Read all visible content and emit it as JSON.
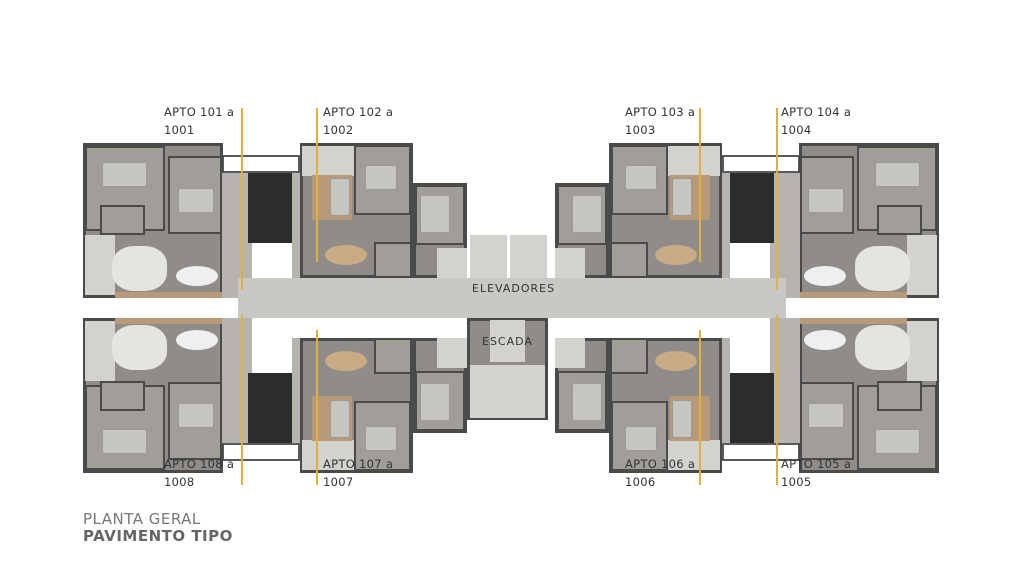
{
  "apartments": {
    "top": [
      {
        "line1": "APTO 101 a",
        "line2": "1001"
      },
      {
        "line1": "APTO 102 a",
        "line2": "1002"
      },
      {
        "line1": "APTO 103 a",
        "line2": "1003"
      },
      {
        "line1": "APTO 104 a",
        "line2": "1004"
      }
    ],
    "bottom": [
      {
        "line1": "APTO 108 a",
        "line2": "1008"
      },
      {
        "line1": "APTO 107 a",
        "line2": "1007"
      },
      {
        "line1": "APTO 106 a",
        "line2": "1006"
      },
      {
        "line1": "APTO 105 a",
        "line2": "1005"
      }
    ]
  },
  "core": {
    "elevators": "ELEVADORES",
    "stairs": "ESCADA"
  },
  "title": {
    "line1": "PLANTA GERAL",
    "line2": "PAVIMENTO TIPO"
  },
  "colors": {
    "marker_line": "#e0b23a",
    "wall": "#4a4a4a"
  }
}
